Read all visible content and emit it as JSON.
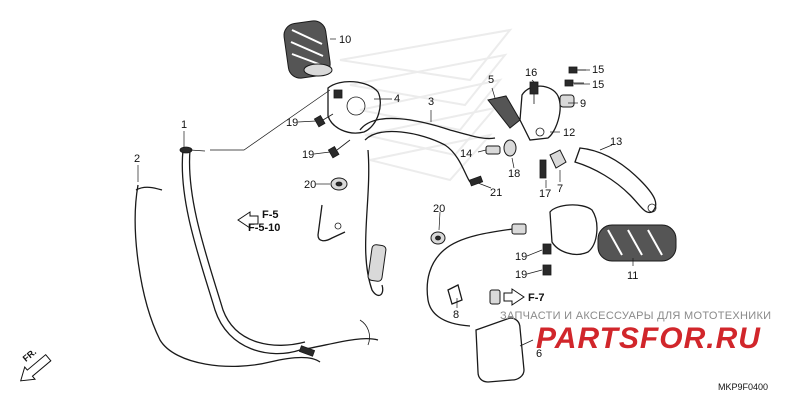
{
  "callouts": {
    "c1": "1",
    "c2": "2",
    "c3": "3",
    "c4": "4",
    "c5": "5",
    "c6": "6",
    "c7": "7",
    "c8": "8",
    "c9": "9",
    "c10": "10",
    "c11": "11",
    "c12": "12",
    "c13": "13",
    "c14": "14",
    "c15a": "15",
    "c15b": "15",
    "c16": "16",
    "c17": "17",
    "c18": "18",
    "c19a": "19",
    "c19b": "19",
    "c19c": "19",
    "c19d": "19",
    "c20a": "20",
    "c20b": "20",
    "c21": "21"
  },
  "references": {
    "f5": "F-5",
    "f510": "F-5-10",
    "f7": "F-7"
  },
  "direction_label": "FR.",
  "watermark": {
    "text": "ЗАПЧАСТИ И АКСЕССУАРЫ ДЛЯ МОТОТЕХНИКИ",
    "logo": "PARTSFOR.RU",
    "logo_color": "#d1262b"
  },
  "diagram_code": "MKP9F0400"
}
